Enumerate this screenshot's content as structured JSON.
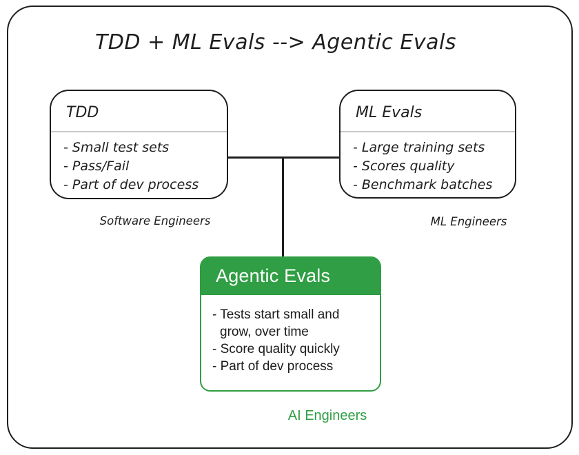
{
  "title": "TDD + ML Evals --> Agentic Evals",
  "colors": {
    "stroke": "#1e1e1e",
    "divider": "#c9c9c9",
    "accent_green": "#2f9e44",
    "header_text": "#ffffff",
    "background": "#ffffff"
  },
  "boxes": {
    "tdd": {
      "title": "TDD",
      "items": [
        "- Small test sets",
        "- Pass/Fail",
        "- Part of dev process"
      ],
      "caption": "Software Engineers"
    },
    "ml_evals": {
      "title": "ML Evals",
      "items": [
        "- Large training sets",
        "- Scores quality",
        "- Benchmark batches"
      ],
      "caption": "ML Engineers"
    },
    "agentic": {
      "title": "Agentic Evals",
      "items": [
        "- Tests start small and grow, over time",
        "- Score quality quickly",
        "- Part of dev process"
      ],
      "caption": "AI Engineers"
    }
  }
}
